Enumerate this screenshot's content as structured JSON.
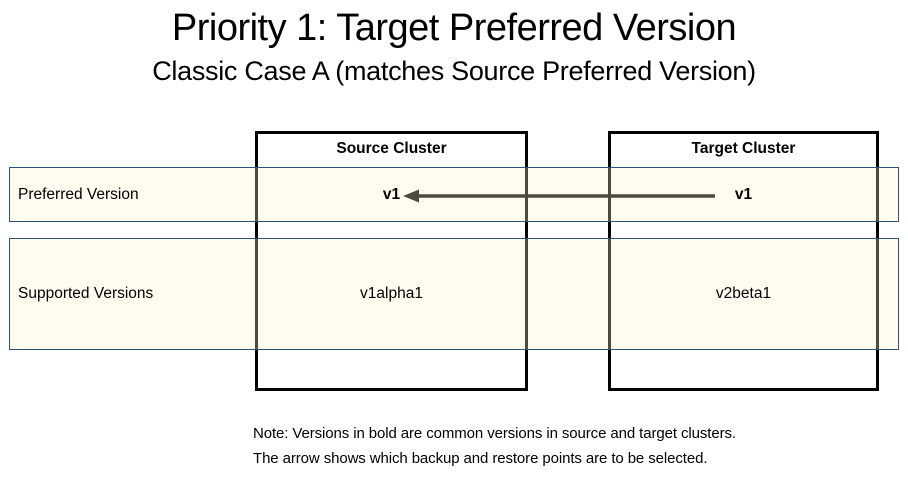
{
  "title": "Priority 1: Target Preferred Version",
  "subtitle": "Classic Case A (matches Source Preferred Version)",
  "rows": [
    {
      "label": "Preferred Version"
    },
    {
      "label": "Supported Versions"
    }
  ],
  "clusters": [
    {
      "header": "Source Cluster",
      "preferred": "v1",
      "supported": "v1alpha1"
    },
    {
      "header": "Target Cluster",
      "preferred": "v1",
      "supported": "v2beta1"
    }
  ],
  "arrow": {
    "direction": "left",
    "from": "target preferred v1",
    "to": "source preferred v1"
  },
  "note_lines": [
    "Note: Versions in bold are common versions in source and target clusters.",
    "The arrow shows which backup and restore points are to be selected."
  ],
  "colors": {
    "background": "#FFFFFF",
    "text": "#000000",
    "box_border": "#000000",
    "row_border": "#2E5277",
    "row_fill": "rgba(255,243,200,0.30)",
    "arrow": "#000000",
    "arrow_tinted_appearance": "#4A463C"
  }
}
